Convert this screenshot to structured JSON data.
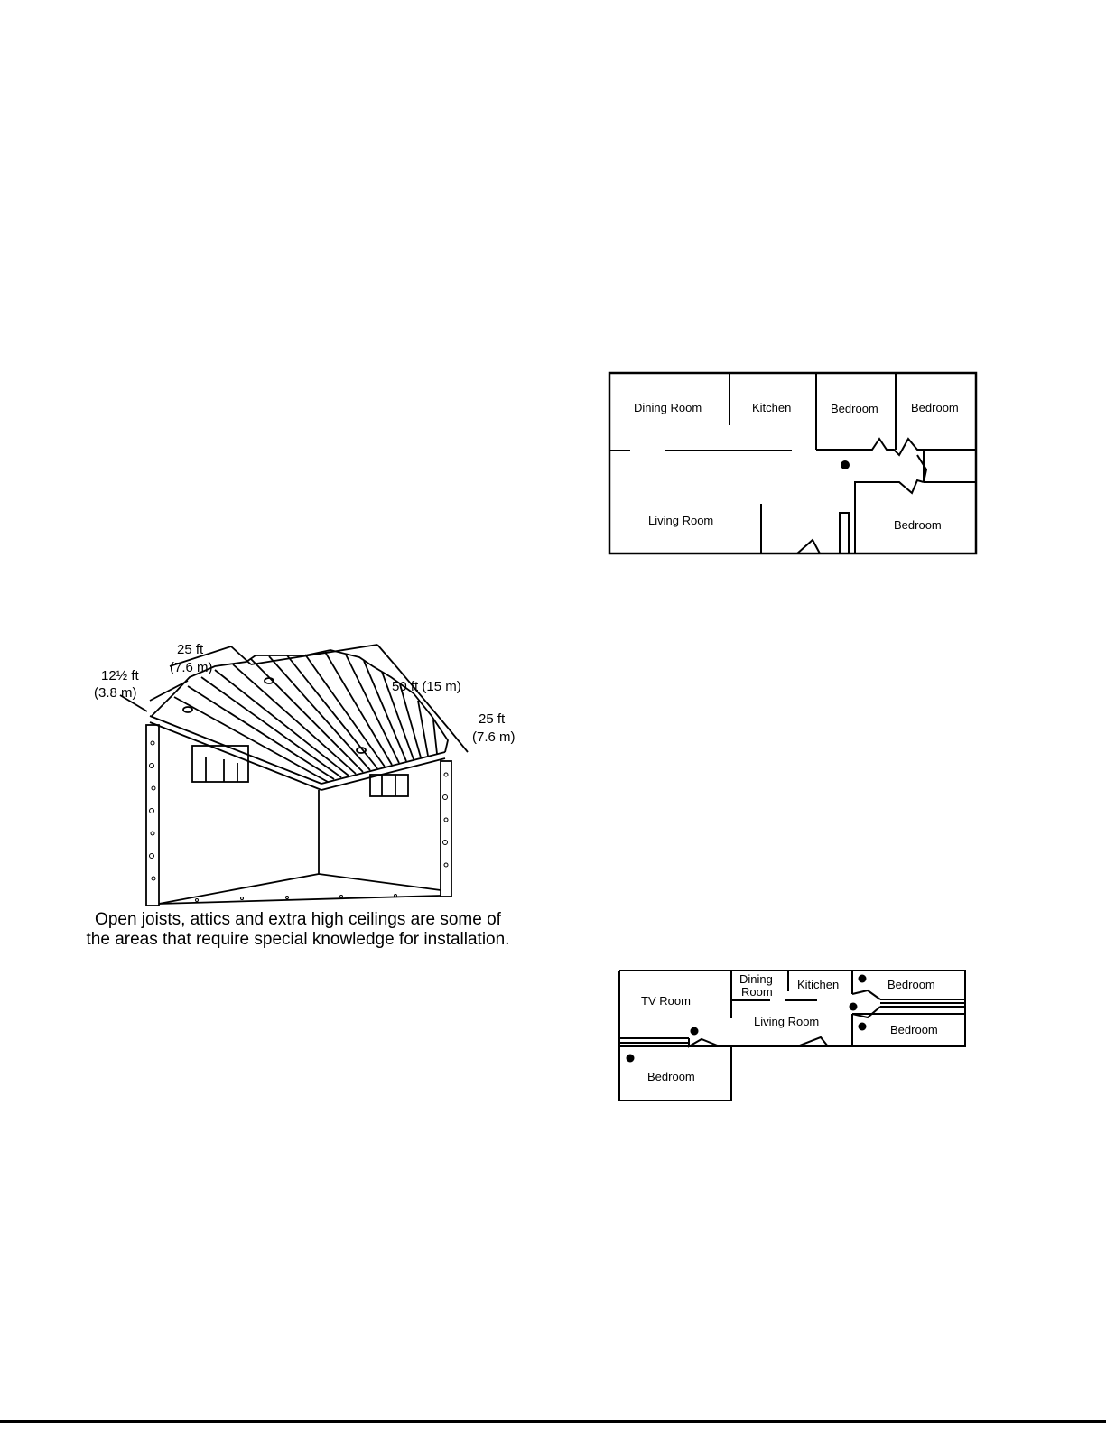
{
  "joist_figure": {
    "dim_12": "12½ ft",
    "dim_12_m": "(3.8 m)",
    "dim_25_top": "25 ft",
    "dim_25_top_m": "(7.6 m)",
    "dim_50": "50 ft (15 m)",
    "dim_25_right": "25 ft",
    "dim_25_right_m": "(7.6 m)",
    "caption_line1": "Open joists, attics and extra high ceilings are some of",
    "caption_line2": "the areas that require special knowledge for installation."
  },
  "floorplan_1": {
    "rooms": {
      "dining": "Dining Room",
      "kitchen": "Kitchen",
      "bedroom_a": "Bedroom",
      "bedroom_b": "Bedroom",
      "living": "Living Room",
      "bedroom_c": "Bedroom"
    }
  },
  "floorplan_2": {
    "rooms": {
      "tv": "TV Room",
      "dining_1": "Dining",
      "dining_2": "Room",
      "kitchen": "Kitichen",
      "bedroom_a": "Bedroom",
      "living": "Living Room",
      "bedroom_b": "Bedroom",
      "bedroom_c": "Bedroom"
    }
  }
}
